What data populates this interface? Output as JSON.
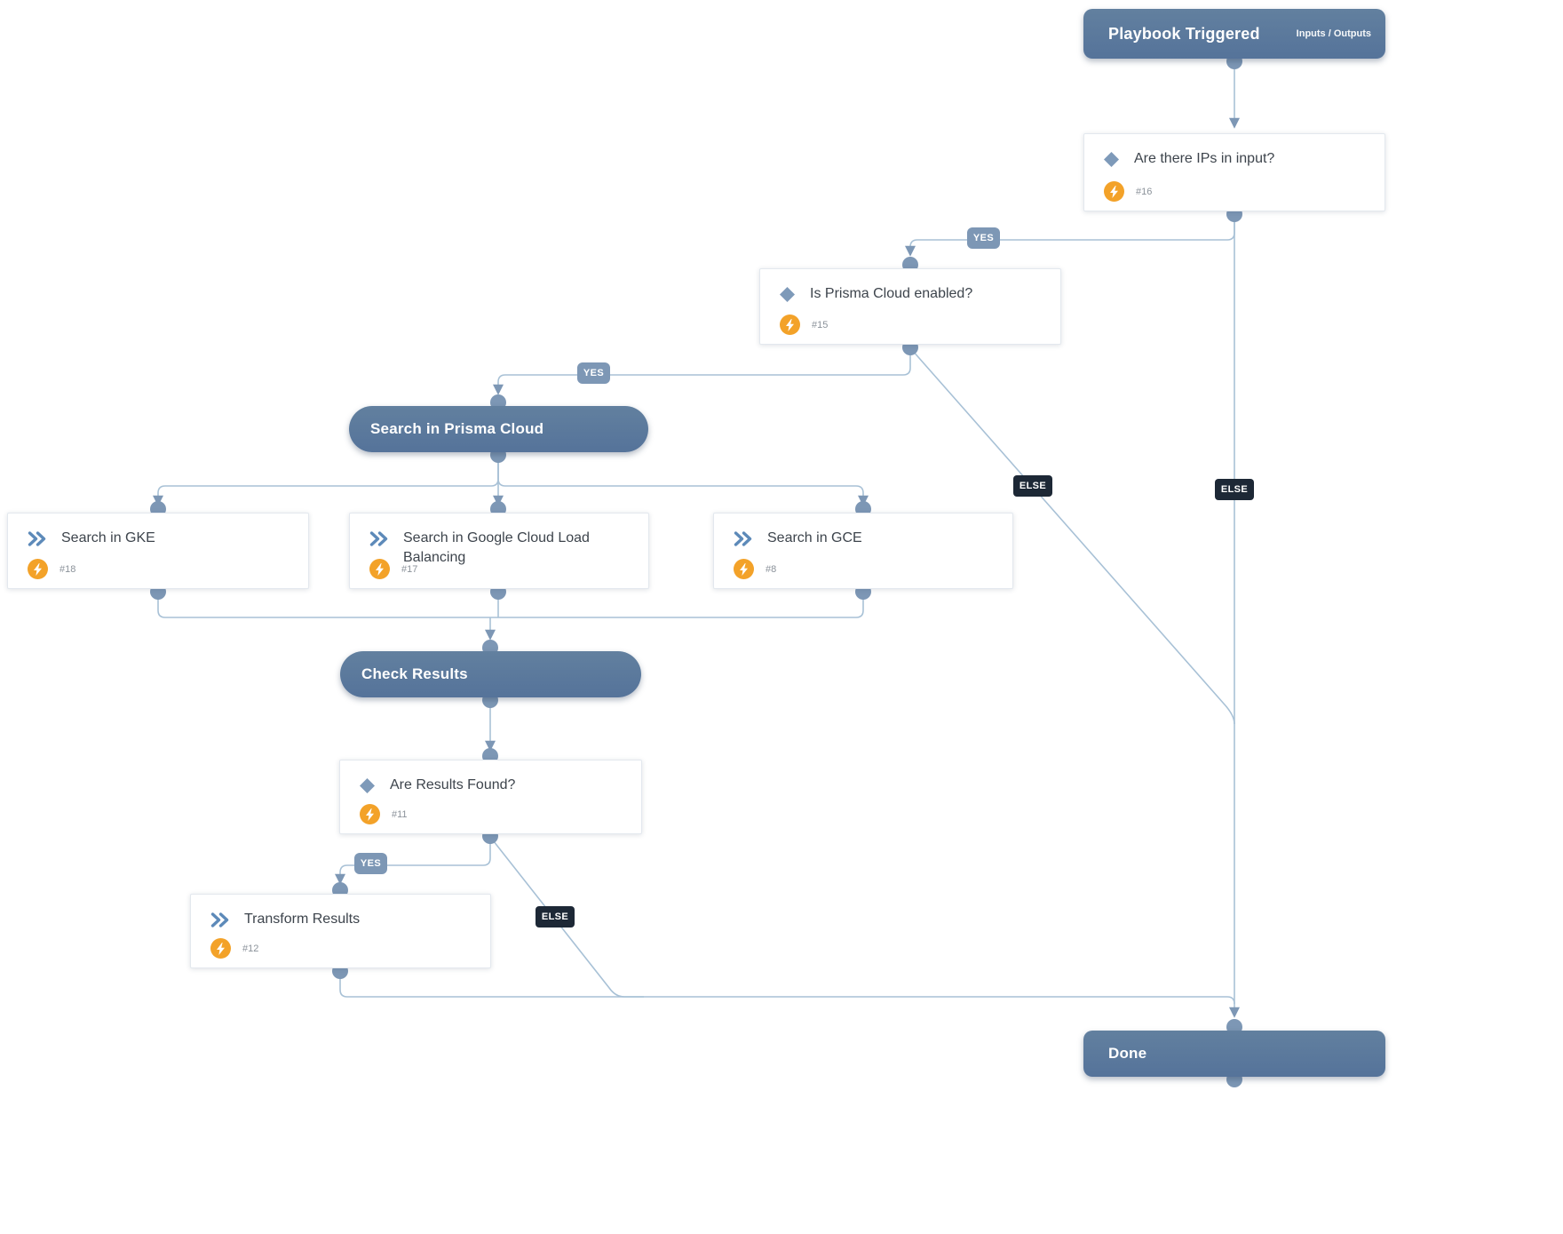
{
  "colors": {
    "header_bg": "#5b7899",
    "accent_orange": "#f3a229",
    "line": "#a8c1d6",
    "connector_dot": "#7d97b5",
    "yes_badge": "#7d97b5",
    "else_badge": "#1d2836",
    "condition_icon": "#7e9ab9",
    "task_icon": "#5d8ab9"
  },
  "icons": {
    "condition": "diamond-icon",
    "task": "double-chevron-icon",
    "automation": "lightning-bolt-icon"
  },
  "labels": {
    "yes": "YES",
    "else": "ELSE"
  },
  "nodes": {
    "playbook_triggered": {
      "label": "Playbook Triggered",
      "link": "Inputs / Outputs"
    },
    "are_there_ips": {
      "label": "Are there IPs in input?",
      "id": "#16"
    },
    "is_prisma_cloud_enabled": {
      "label": "Is Prisma Cloud enabled?",
      "id": "#15"
    },
    "search_in_prisma_cloud": {
      "label": "Search in Prisma Cloud"
    },
    "search_in_gke": {
      "label": "Search in GKE",
      "id": "#18"
    },
    "search_in_gclb": {
      "label": "Search in Google Cloud Load Balancing",
      "id": "#17"
    },
    "search_in_gce": {
      "label": "Search in GCE",
      "id": "#8"
    },
    "check_results": {
      "label": "Check Results"
    },
    "are_results_found": {
      "label": "Are Results Found?",
      "id": "#11"
    },
    "transform_results": {
      "label": "Transform Results",
      "id": "#12"
    },
    "done": {
      "label": "Done"
    }
  }
}
